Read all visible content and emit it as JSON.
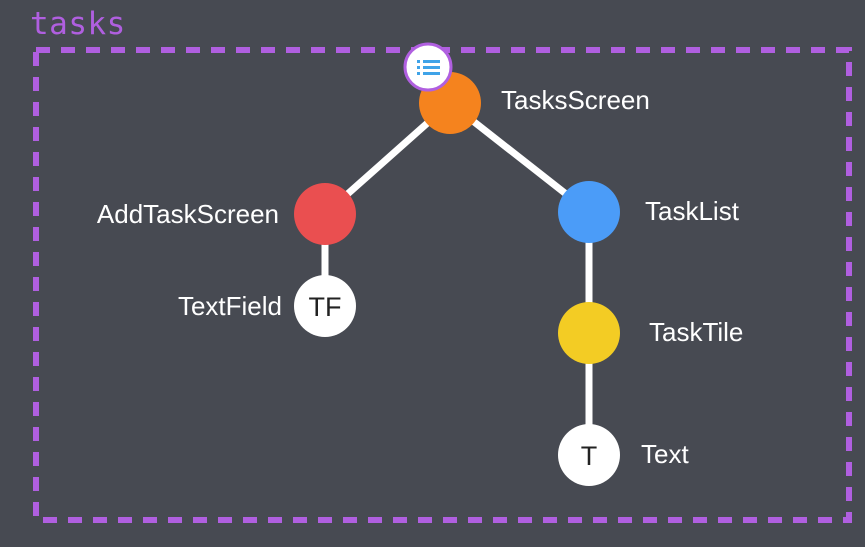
{
  "scope": {
    "label": "tasks",
    "border_color": "#b05fe0"
  },
  "colors": {
    "background": "#474a52",
    "edge": "#ffffff",
    "provider_badge": "#ffffff",
    "provider_badge_border": "#b05fe0",
    "provider_icon": "#3fa3e8"
  },
  "nodes": {
    "tasks_screen": {
      "label": "TasksScreen",
      "color": "#f5831e",
      "badge_icon": "list-icon"
    },
    "add_task_screen": {
      "label": "AddTaskScreen",
      "color": "#ea4f50"
    },
    "text_field": {
      "label": "TextField",
      "color": "#ffffff",
      "glyph": "TF"
    },
    "task_list": {
      "label": "TaskList",
      "color": "#4b9cf8"
    },
    "task_tile": {
      "label": "TaskTile",
      "color": "#f3cc24"
    },
    "text": {
      "label": "Text",
      "color": "#ffffff",
      "glyph": "T"
    }
  }
}
